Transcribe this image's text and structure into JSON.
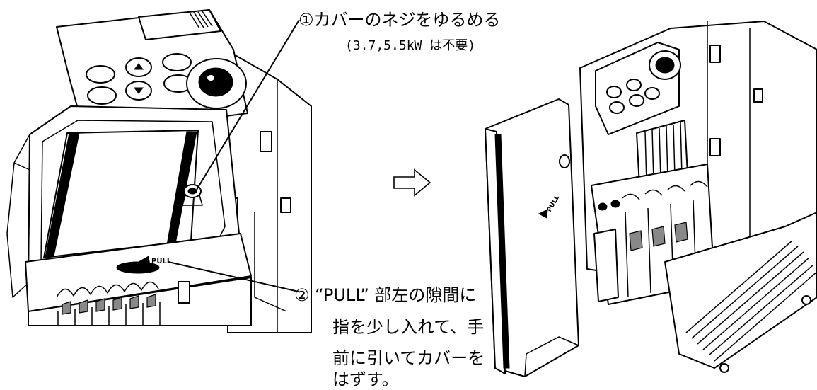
{
  "step1": {
    "title": "①カバーのネジをゆるめる",
    "note": "(3.7,5.5kW は不要)"
  },
  "step2": {
    "lines": [
      "② “PULL” 部左の隙間に",
      "指を少し入れて、手",
      "前に引いてカバーを",
      "はずす。"
    ]
  },
  "device_label": "PULL"
}
